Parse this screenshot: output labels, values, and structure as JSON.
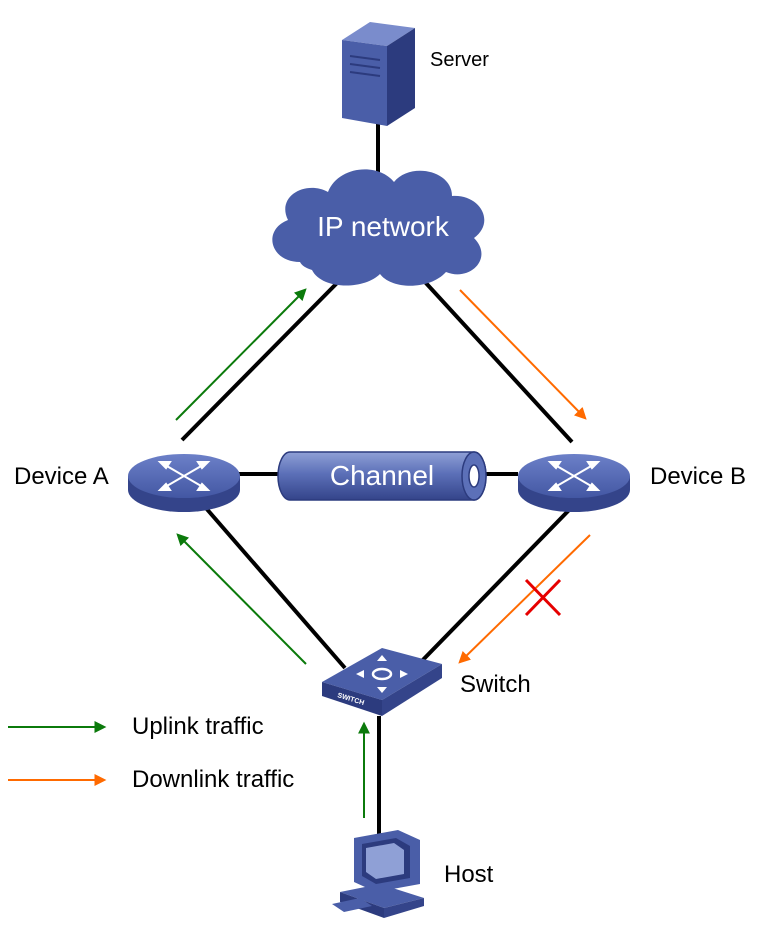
{
  "nodes": {
    "server": {
      "label": "Server"
    },
    "cloud": {
      "label": "IP network"
    },
    "device_a": {
      "label": "Device A"
    },
    "device_b": {
      "label": "Device B"
    },
    "channel": {
      "label": "Channel"
    },
    "switch": {
      "label": "Switch",
      "badge": "SWITCH"
    },
    "host": {
      "label": "Host"
    }
  },
  "legend": {
    "uplink": {
      "label": "Uplink traffic",
      "color": "#0b7a0b"
    },
    "downlink": {
      "label": "Downlink traffic",
      "color": "#ff6a00"
    }
  },
  "colors": {
    "device_blue": "#4a5ea8",
    "link_black": "#000000",
    "blocked_mark": "#e60000"
  }
}
